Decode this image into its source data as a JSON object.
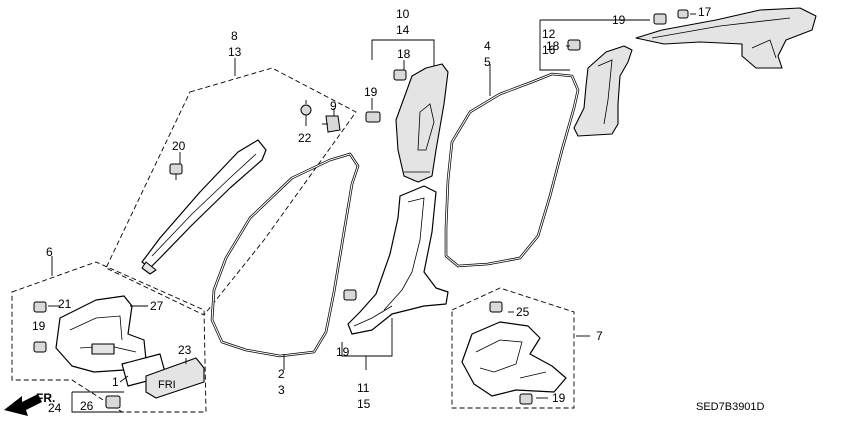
{
  "diagram": {
    "part_numbers": {
      "p1": "1",
      "p2": "2",
      "p3": "3",
      "p4": "4",
      "p5": "5",
      "p6": "6",
      "p7": "7",
      "p8": "8",
      "p9": "9",
      "p10": "10",
      "p11": "11",
      "p12": "12",
      "p13": "13",
      "p14": "14",
      "p15": "15",
      "p16": "16",
      "p17": "17",
      "p18": "18",
      "p19": "19",
      "p20": "20",
      "p21": "21",
      "p22": "22",
      "p23": "23",
      "p24": "24",
      "p25": "25",
      "p26": "26",
      "p27": "27"
    },
    "front_label": "FR.",
    "drawing_code": "SED7B3901D",
    "label_text": "FRI"
  }
}
